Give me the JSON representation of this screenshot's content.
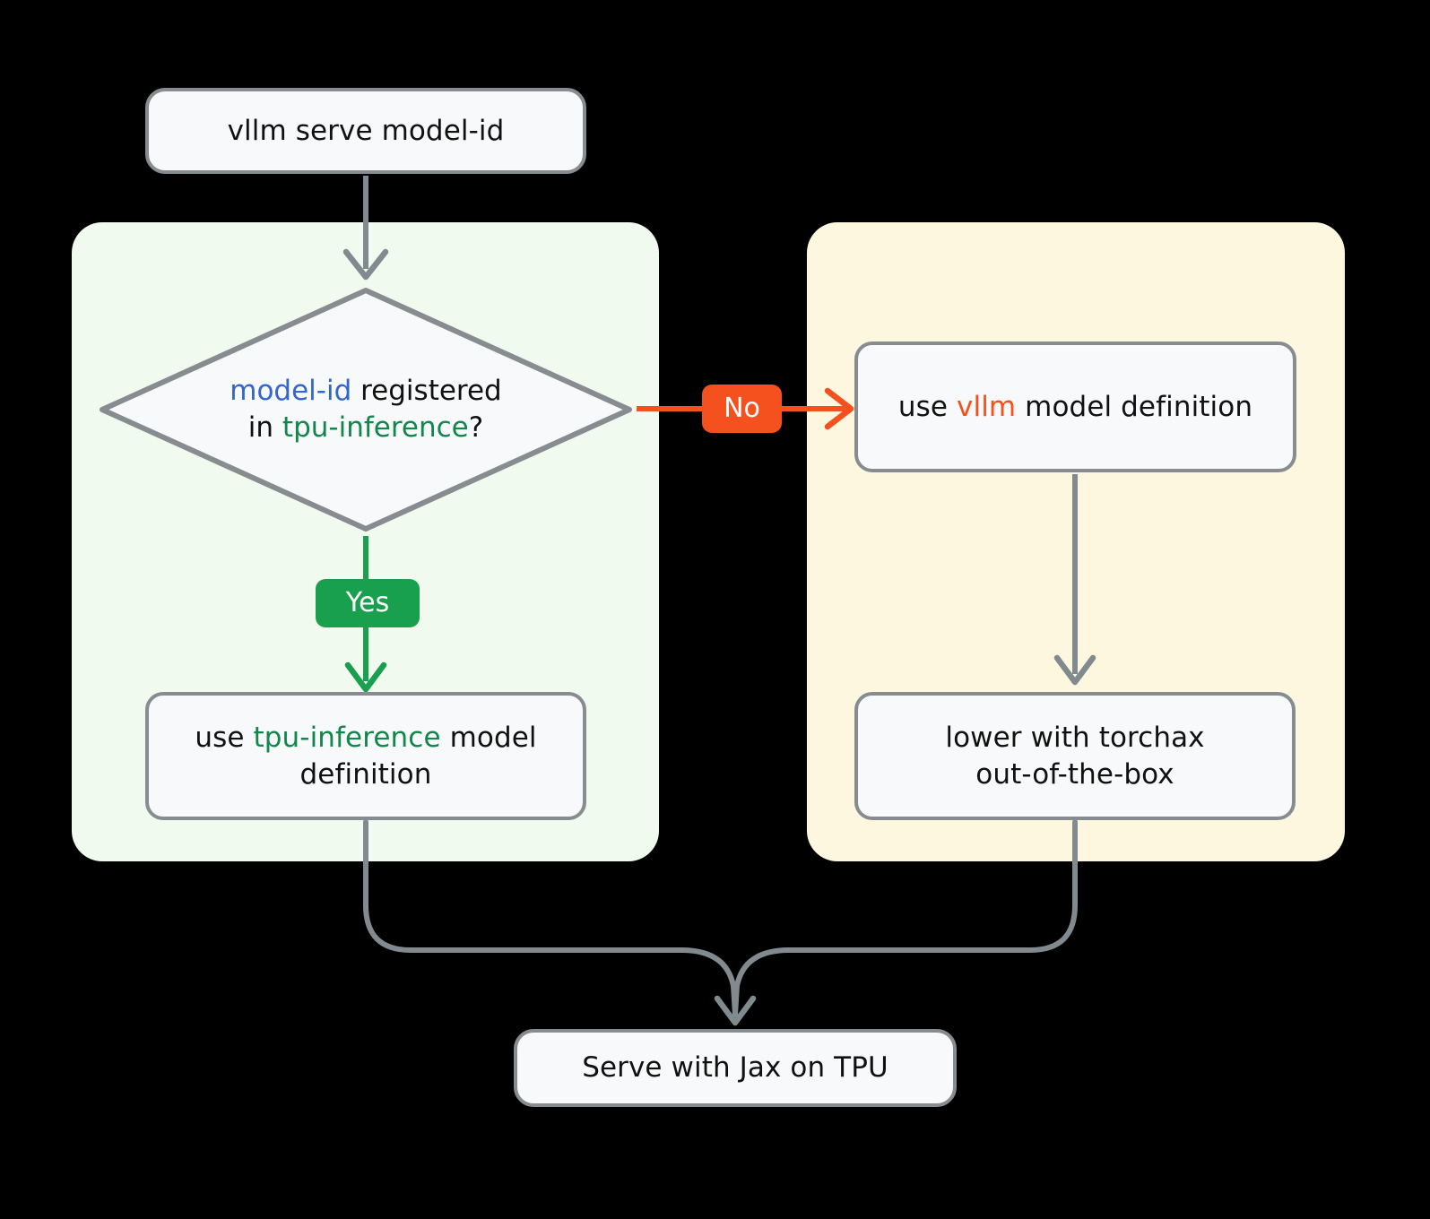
{
  "diagram": {
    "title": "vllm serve model-id routing flow",
    "background": "#000000",
    "colors": {
      "node_fill": "#F8F9FA",
      "node_border": "#868C90",
      "edge_gray": "#808A8F",
      "edge_green": "#18A04F",
      "edge_orange": "#F4511E",
      "cluster_left_fill": "#F0FAEE",
      "cluster_right_fill": "#FDF7E0",
      "token_blue": "#3366CC",
      "token_green": "#12874B",
      "token_orange": "#F4511E",
      "text_black": "#111111"
    }
  },
  "clusters": [
    {
      "id": "left",
      "name": "tpu-inference-branch",
      "fill": "#F0FAEE"
    },
    {
      "id": "right",
      "name": "vllm-branch",
      "fill": "#FDF7E0"
    }
  ],
  "nodes": {
    "start": {
      "shape": "rounded-rect",
      "text": "vllm serve model-id"
    },
    "decision": {
      "shape": "diamond",
      "line1": {
        "a": "model-id",
        "b": " registered"
      },
      "line2": {
        "a": "in ",
        "b": "tpu-inference",
        "c": "?"
      },
      "plain_text": "model-id registered in tpu-inference?"
    },
    "vllm_definition": {
      "shape": "rounded-rect",
      "a": "use ",
      "b": "vllm",
      "c": " model definition",
      "plain_text": "use vllm model definition"
    },
    "tpu_definition": {
      "shape": "rounded-rect",
      "a": "use ",
      "b": "tpu-inference",
      "c": " model definition",
      "plain_text": "use tpu-inference model definition"
    },
    "torchax": {
      "shape": "rounded-rect",
      "line1": "lower with torchax",
      "line2": "out-of-the-box",
      "plain_text": "lower with torchax out-of-the-box"
    },
    "serve": {
      "shape": "rounded-rect",
      "text": "Serve with Jax on TPU"
    }
  },
  "edges": [
    {
      "from": "start",
      "to": "decision",
      "label": "",
      "color": "#808A8F"
    },
    {
      "from": "decision",
      "to": "vllm_definition",
      "label": "No",
      "color": "#F4511E"
    },
    {
      "from": "decision",
      "to": "tpu_definition",
      "label": "Yes",
      "color": "#18A04F"
    },
    {
      "from": "vllm_definition",
      "to": "torchax",
      "label": "",
      "color": "#808A8F"
    },
    {
      "from": "tpu_definition",
      "to": "serve",
      "label": "",
      "color": "#808A8F"
    },
    {
      "from": "torchax",
      "to": "serve",
      "label": "",
      "color": "#808A8F"
    }
  ],
  "edge_labels": {
    "no": "No",
    "yes": "Yes"
  }
}
